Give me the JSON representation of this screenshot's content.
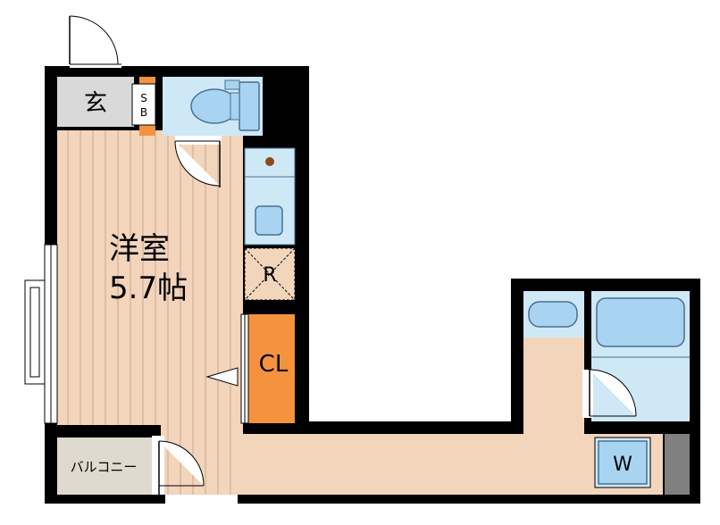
{
  "rooms": {
    "western_room": {
      "name": "洋室",
      "size": "5.7帖"
    },
    "entrance": {
      "label": "玄"
    },
    "shoe_box": {
      "label_top": "S",
      "label_bottom": "B"
    },
    "refrigerator": {
      "label": "R"
    },
    "closet": {
      "label": "CL"
    },
    "balcony": {
      "label": "バルコニー"
    },
    "washer": {
      "label": "W"
    }
  },
  "colors": {
    "wall": "#000000",
    "floor_wood": "#f3d5bc",
    "floor_line": "#c9a88e",
    "tile": "#cfe8f6",
    "fixture": "#a8d4f2",
    "fixture_stroke": "#4a6f8f",
    "closet_orange": "#f5923e",
    "entrance_gray": "#d9d9d9",
    "balcony_gray": "#dedad0"
  }
}
